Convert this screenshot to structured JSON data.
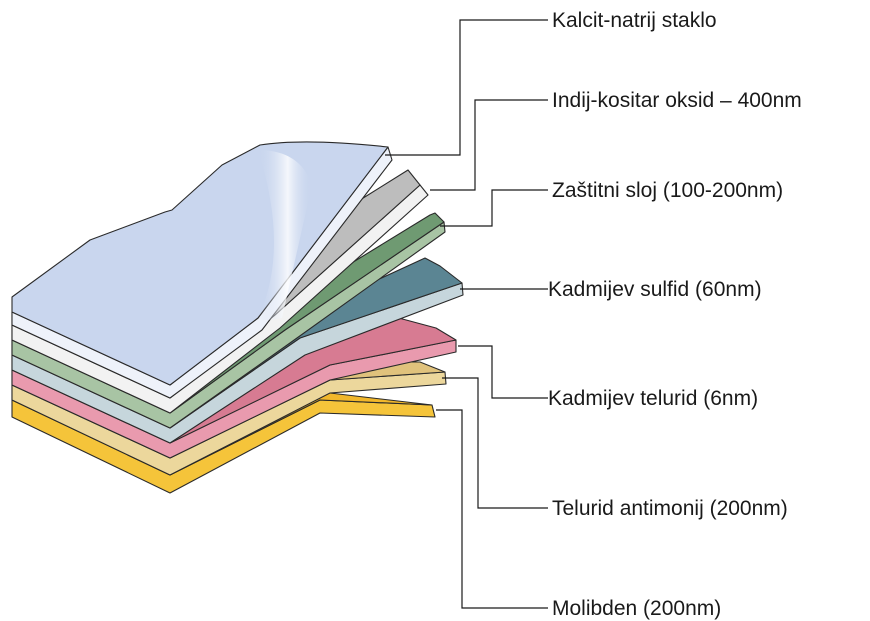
{
  "layers": [
    {
      "label": "Kalcit-natrij staklo",
      "color": "#c9d6ee",
      "edge_color": "#eef2fa"
    },
    {
      "label": "Indij-kositar oksid – 400nm",
      "color": "#bdbdbd",
      "edge_color": "#f2f2f2"
    },
    {
      "label": "Zaštitni sloj (100-200nm)",
      "color": "#6f9a72",
      "edge_color": "#a8c4a4"
    },
    {
      "label": "Kadmijev sulfid (60nm)",
      "color": "#5b8593",
      "edge_color": "#c6d6dc"
    },
    {
      "label": "Kadmijev telurid (6nm)",
      "color": "#d77b92",
      "edge_color": "#e99aae"
    },
    {
      "label": "Telurid antimonij (200nm)",
      "color": "#e0c27c",
      "edge_color": "#ecd79c"
    },
    {
      "label": "Molibden (200nm)",
      "color": "#f1b72b",
      "edge_color": "#f5c43a"
    }
  ]
}
